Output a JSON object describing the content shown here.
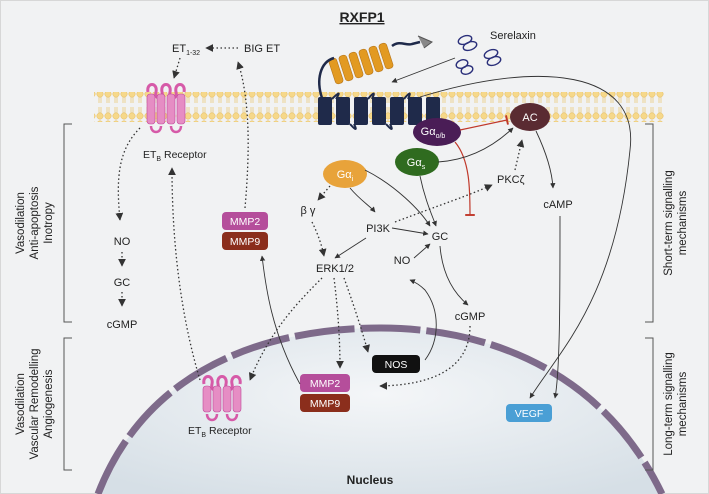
{
  "receptor": {
    "title": "RXFP1",
    "ligand": "Serelaxin"
  },
  "left_pathway": {
    "et_main": "ET",
    "et_sub": "1-32",
    "big_et": "BIG ET",
    "etb_receptor_main": "ET",
    "etb_receptor_sub": "B",
    "etb_receptor_suffix": " Receptor",
    "no": "NO",
    "gc": "GC",
    "cgmp": "cGMP"
  },
  "proteins": {
    "g_alpha_i": "Gα",
    "g_alpha_i_sub": "i",
    "g_alpha_s": "Gα",
    "g_alpha_s_sub": "s",
    "g_alpha_ob": "Gα",
    "g_alpha_ob_sub": "o/b",
    "ac": "AC",
    "pkc": "PKCζ",
    "camp": "cAMP",
    "beta_gamma": "β γ",
    "pi3k": "PI3K",
    "gc": "GC",
    "erk": "ERK1/2",
    "no": "NO",
    "cgmp": "cGMP",
    "mmp2_upper": "MMP2",
    "mmp9_upper": "MMP9",
    "mmp2_lower": "MMP2",
    "mmp9_lower": "MMP9",
    "nos": "NOS",
    "vegf": "VEGF",
    "etb_nuclear_main": "ET",
    "etb_nuclear_sub": "B",
    "etb_nuclear_suffix": " Receptor",
    "nucleus": "Nucleus"
  },
  "side_labels": {
    "left_top": [
      "Vasodilation",
      "Anti-apoptosis",
      "Inotropy"
    ],
    "left_bottom": [
      "Vasodilation",
      "Vascular Remodelling",
      "Angiogenesis"
    ],
    "right_top": [
      "Short-term signalling",
      "mechanisms"
    ],
    "right_bottom": [
      "Long-term signalling",
      "mechanisms"
    ]
  },
  "colors": {
    "mmp2": "#b54e9b",
    "mmp9": "#8b2e1c",
    "nos": "#111111",
    "vegf": "#4a9fd5",
    "ac": "#5a2b32",
    "g_alpha_ob": "#4a1d56",
    "g_alpha_s": "#2f6b1f",
    "g_alpha_i": "#e8a33a",
    "receptor": "#1f2a4a",
    "helix": "#e29a22",
    "etb": "#d65aa8"
  }
}
